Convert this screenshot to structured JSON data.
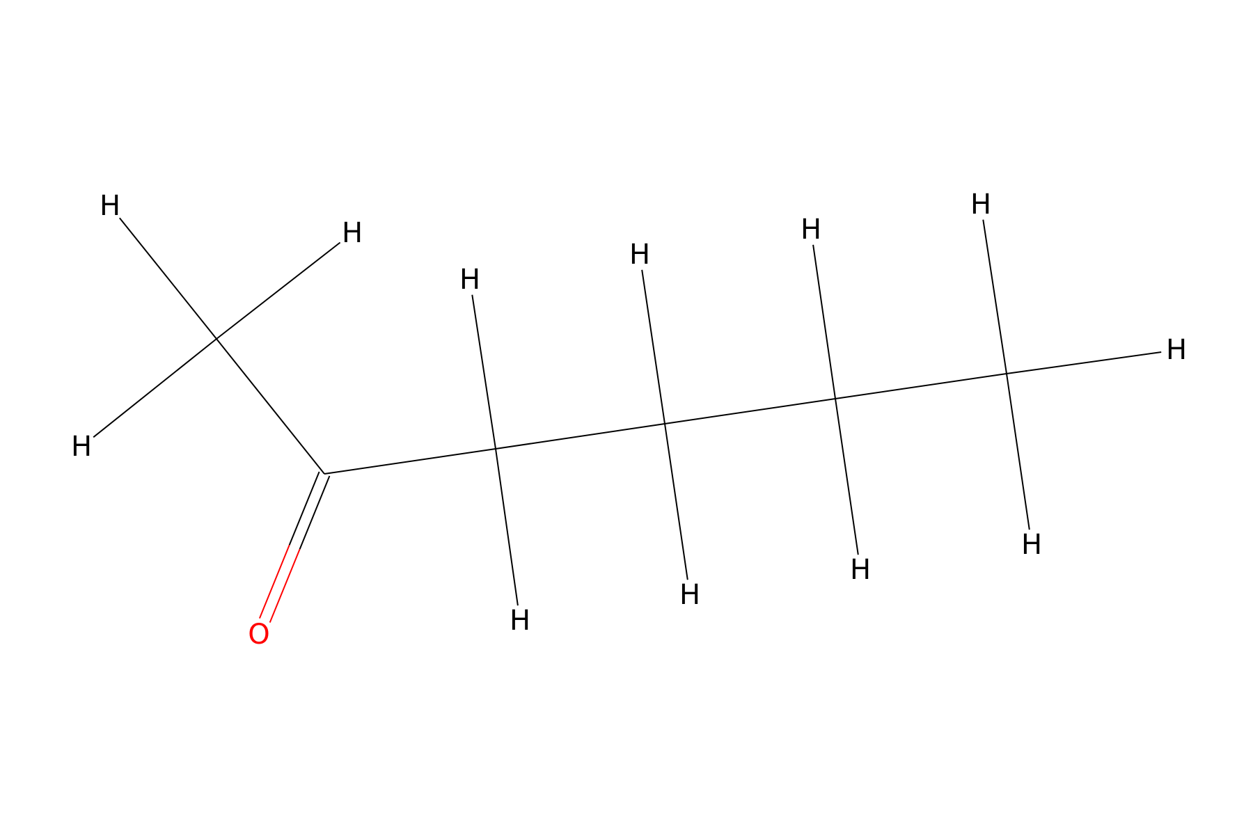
{
  "molecule": {
    "atoms": [
      {
        "id": "C1",
        "symbol": "C",
        "label": ""
      },
      {
        "id": "C2",
        "symbol": "C",
        "label": ""
      },
      {
        "id": "O1",
        "symbol": "O",
        "label": "O"
      },
      {
        "id": "C3",
        "symbol": "C",
        "label": ""
      },
      {
        "id": "C4",
        "symbol": "C",
        "label": ""
      },
      {
        "id": "C5",
        "symbol": "C",
        "label": ""
      },
      {
        "id": "C6",
        "symbol": "C",
        "label": ""
      },
      {
        "id": "H1",
        "symbol": "H",
        "label": "H"
      },
      {
        "id": "H2",
        "symbol": "H",
        "label": "H"
      },
      {
        "id": "H3",
        "symbol": "H",
        "label": "H"
      },
      {
        "id": "H4",
        "symbol": "H",
        "label": "H"
      },
      {
        "id": "H5",
        "symbol": "H",
        "label": "H"
      },
      {
        "id": "H6",
        "symbol": "H",
        "label": "H"
      },
      {
        "id": "H7",
        "symbol": "H",
        "label": "H"
      },
      {
        "id": "H8",
        "symbol": "H",
        "label": "H"
      },
      {
        "id": "H9",
        "symbol": "H",
        "label": "H"
      },
      {
        "id": "H10",
        "symbol": "H",
        "label": "H"
      },
      {
        "id": "H11",
        "symbol": "H",
        "label": "H"
      },
      {
        "id": "H12",
        "symbol": "H",
        "label": "H"
      }
    ],
    "bonds": [
      {
        "from": "C1",
        "to": "C2",
        "order": 1
      },
      {
        "from": "C2",
        "to": "O1",
        "order": 2
      },
      {
        "from": "C2",
        "to": "C3",
        "order": 1
      },
      {
        "from": "C3",
        "to": "C4",
        "order": 1
      },
      {
        "from": "C4",
        "to": "C5",
        "order": 1
      },
      {
        "from": "C5",
        "to": "C6",
        "order": 1
      },
      {
        "from": "C1",
        "to": "H1",
        "order": 1
      },
      {
        "from": "C1",
        "to": "H2",
        "order": 1
      },
      {
        "from": "C1",
        "to": "H3",
        "order": 1
      },
      {
        "from": "C3",
        "to": "H4",
        "order": 1
      },
      {
        "from": "C3",
        "to": "H5",
        "order": 1
      },
      {
        "from": "C4",
        "to": "H6",
        "order": 1
      },
      {
        "from": "C4",
        "to": "H7",
        "order": 1
      },
      {
        "from": "C5",
        "to": "H8",
        "order": 1
      },
      {
        "from": "C5",
        "to": "H9",
        "order": 1
      },
      {
        "from": "C6",
        "to": "H10",
        "order": 1
      },
      {
        "from": "C6",
        "to": "H11",
        "order": 1
      },
      {
        "from": "C6",
        "to": "H12",
        "order": 1
      }
    ]
  },
  "colors": {
    "background": "#ffffff",
    "bond": "#000000",
    "C": "#000000",
    "H": "#000000",
    "O": "#ff0000"
  }
}
